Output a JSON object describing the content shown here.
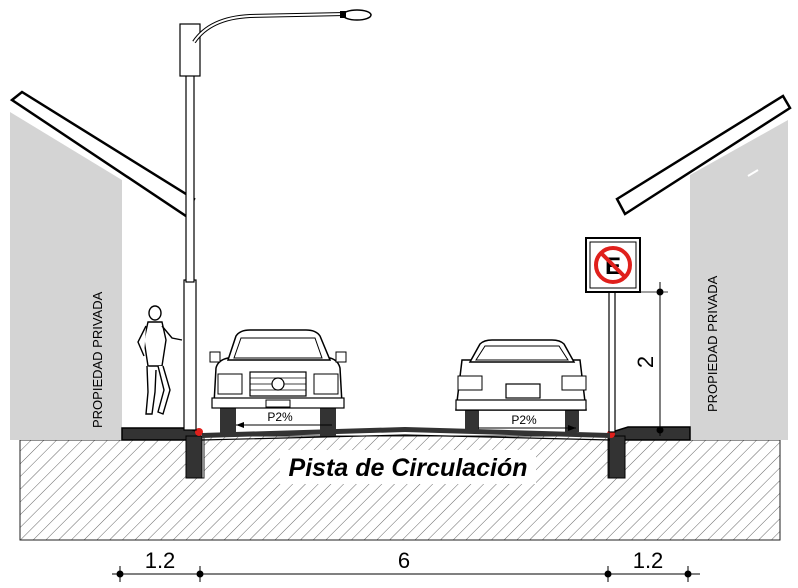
{
  "labels": {
    "left_property": "PROPIEDAD PRIVADA",
    "right_property": "PROPIEDAD PRIVADA",
    "road_title": "Pista de Circulación",
    "slope_left": "P2%",
    "slope_right": "P2%",
    "sign_letter": "E"
  },
  "dimensions": {
    "left_sidewalk": "1.2",
    "roadway": "6",
    "right_sidewalk": "1.2",
    "sign_height": "2"
  },
  "colors": {
    "building": "#d4d4d4",
    "road_surface": "#333333",
    "curb_marker": "#e0201c",
    "sign_prohibition": "#e0201c",
    "line": "#000000"
  },
  "icons": [
    "street-lamp-icon",
    "runner-icon",
    "car-front-icon",
    "car-rear-icon",
    "no-parking-sign-icon"
  ]
}
